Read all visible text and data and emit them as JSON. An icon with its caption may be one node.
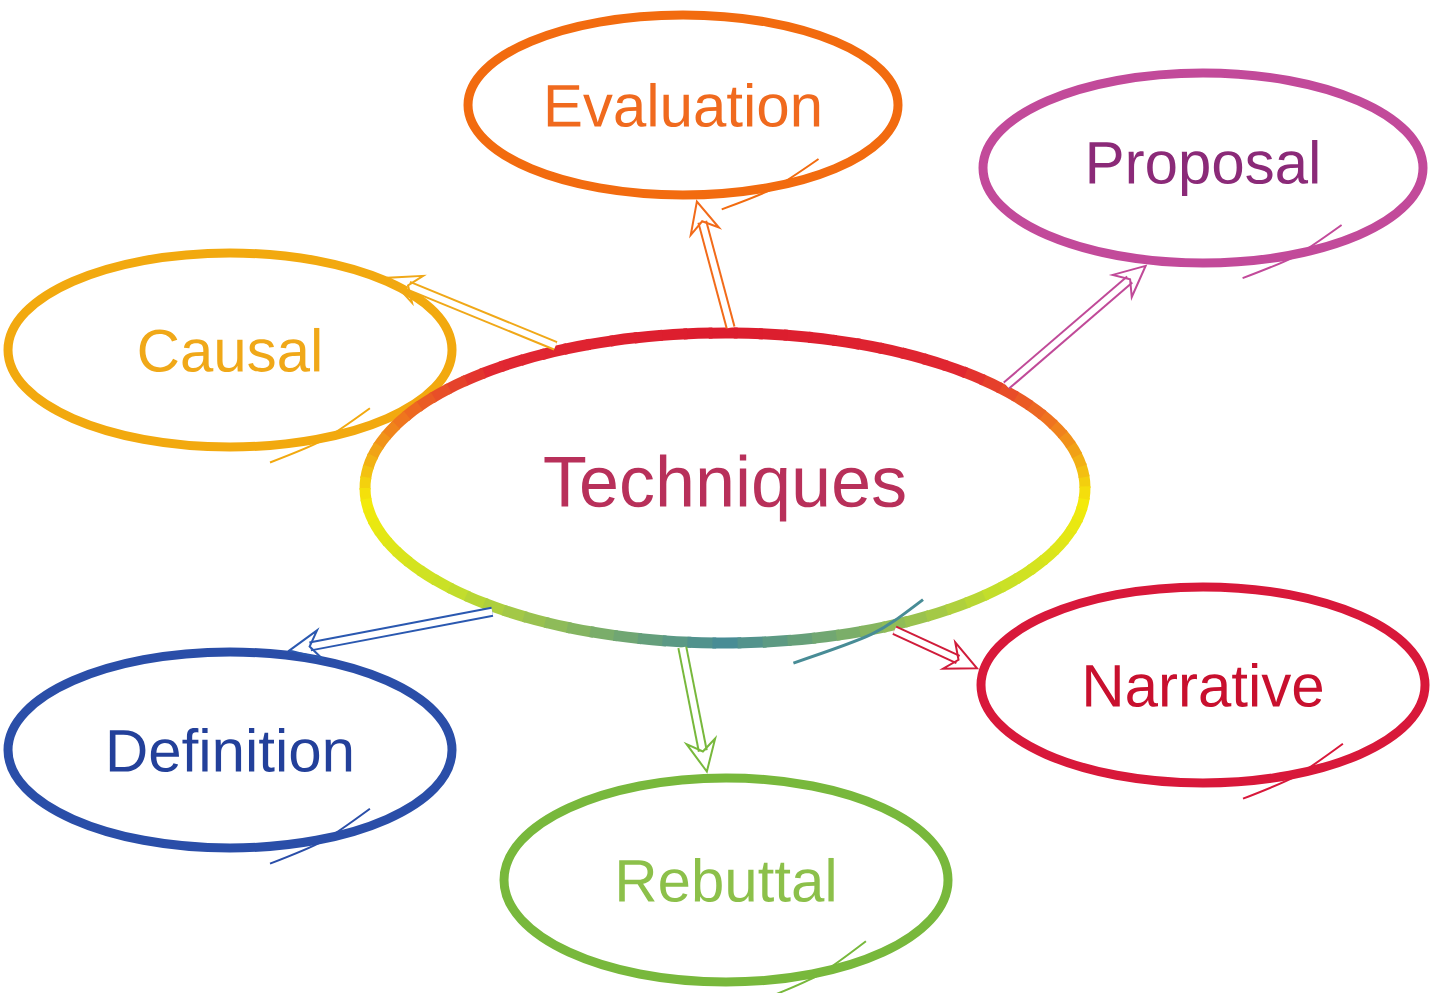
{
  "diagram": {
    "nodes": [
      {
        "text": [
          "Evaluation"
        ]
      },
      {
        "text": [
          "Proposal"
        ]
      },
      {
        "text": [
          "Causal"
        ]
      },
      {
        "text": [
          "Techniques"
        ]
      },
      {
        "text": [
          "Narrative"
        ]
      },
      {
        "text": [
          "Definition"
        ]
      },
      {
        "text": [
          "Rebuttal"
        ]
      }
    ],
    "edges": [
      {
        "from": 3,
        "to": 0,
        "arrow": "to",
        "color": "#f26b1a"
      },
      {
        "from": 3,
        "to": 1,
        "arrow": "to",
        "color": "#c04a98"
      },
      {
        "from": 3,
        "to": 2,
        "arrow": "to",
        "color": "#f0a818"
      },
      {
        "from": 3,
        "to": 4,
        "arrow": "to",
        "color": "#d01c3a"
      },
      {
        "from": 3,
        "to": 5,
        "arrow": "to",
        "color": "#2a58b0"
      },
      {
        "from": 3,
        "to": 6,
        "arrow": "to",
        "color": "#78b83c"
      }
    ]
  }
}
